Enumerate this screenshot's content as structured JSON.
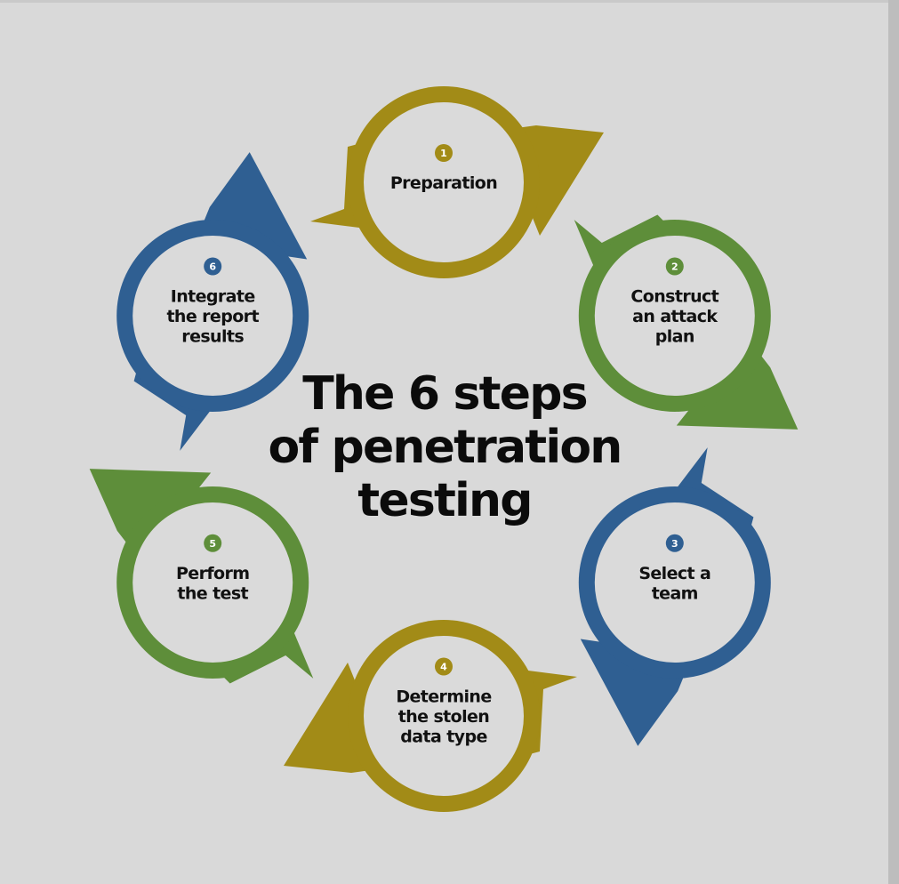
{
  "title": {
    "lines": [
      "The 6 steps",
      "of penetration",
      "testing"
    ]
  },
  "colors": {
    "background": "#d9d9d9",
    "gold": "#a28b17",
    "green": "#5e8e3a",
    "blue": "#2f5f92",
    "inner": "#dadada"
  },
  "steps": [
    {
      "number": "1",
      "lines": [
        "Preparation"
      ],
      "color": "#a28b17"
    },
    {
      "number": "2",
      "lines": [
        "Construct",
        "an attack",
        "plan"
      ],
      "color": "#5e8e3a"
    },
    {
      "number": "3",
      "lines": [
        "Select a",
        "team"
      ],
      "color": "#2f5f92"
    },
    {
      "number": "4",
      "lines": [
        "Determine",
        "the stolen",
        "data type"
      ],
      "color": "#a28b17"
    },
    {
      "number": "5",
      "lines": [
        "Perform",
        "the test"
      ],
      "color": "#5e8e3a"
    },
    {
      "number": "6",
      "lines": [
        "Integrate",
        "the report",
        "results"
      ],
      "color": "#2f5f92"
    }
  ]
}
